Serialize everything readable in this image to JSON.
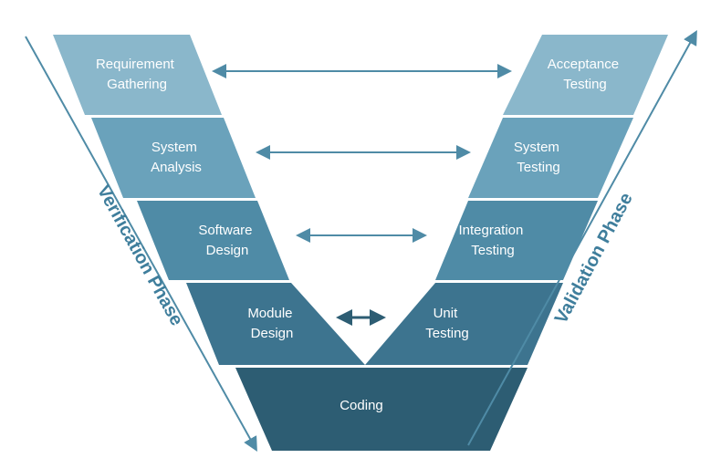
{
  "verification": {
    "label": "Verification Phase",
    "stages": [
      {
        "line1": "Requirement",
        "line2": "Gathering"
      },
      {
        "line1": "System",
        "line2": "Analysis"
      },
      {
        "line1": "Software",
        "line2": "Design"
      },
      {
        "line1": "Module",
        "line2": "Design"
      }
    ]
  },
  "validation": {
    "label": "Validation Phase",
    "stages": [
      {
        "line1": "Acceptance",
        "line2": "Testing"
      },
      {
        "line1": "System",
        "line2": "Testing"
      },
      {
        "line1": "Integration",
        "line2": "Testing"
      },
      {
        "line1": "Unit",
        "line2": "Testing"
      }
    ]
  },
  "bottom": {
    "label": "Coding"
  },
  "colors": {
    "level1": "#8ab7cb",
    "level2": "#6aa2bb",
    "level3": "#4f8ba6",
    "level4": "#3d748f",
    "level5": "#2d5d73",
    "arrow": "#4f8ba6",
    "phase_text": "#3f7e9c"
  }
}
